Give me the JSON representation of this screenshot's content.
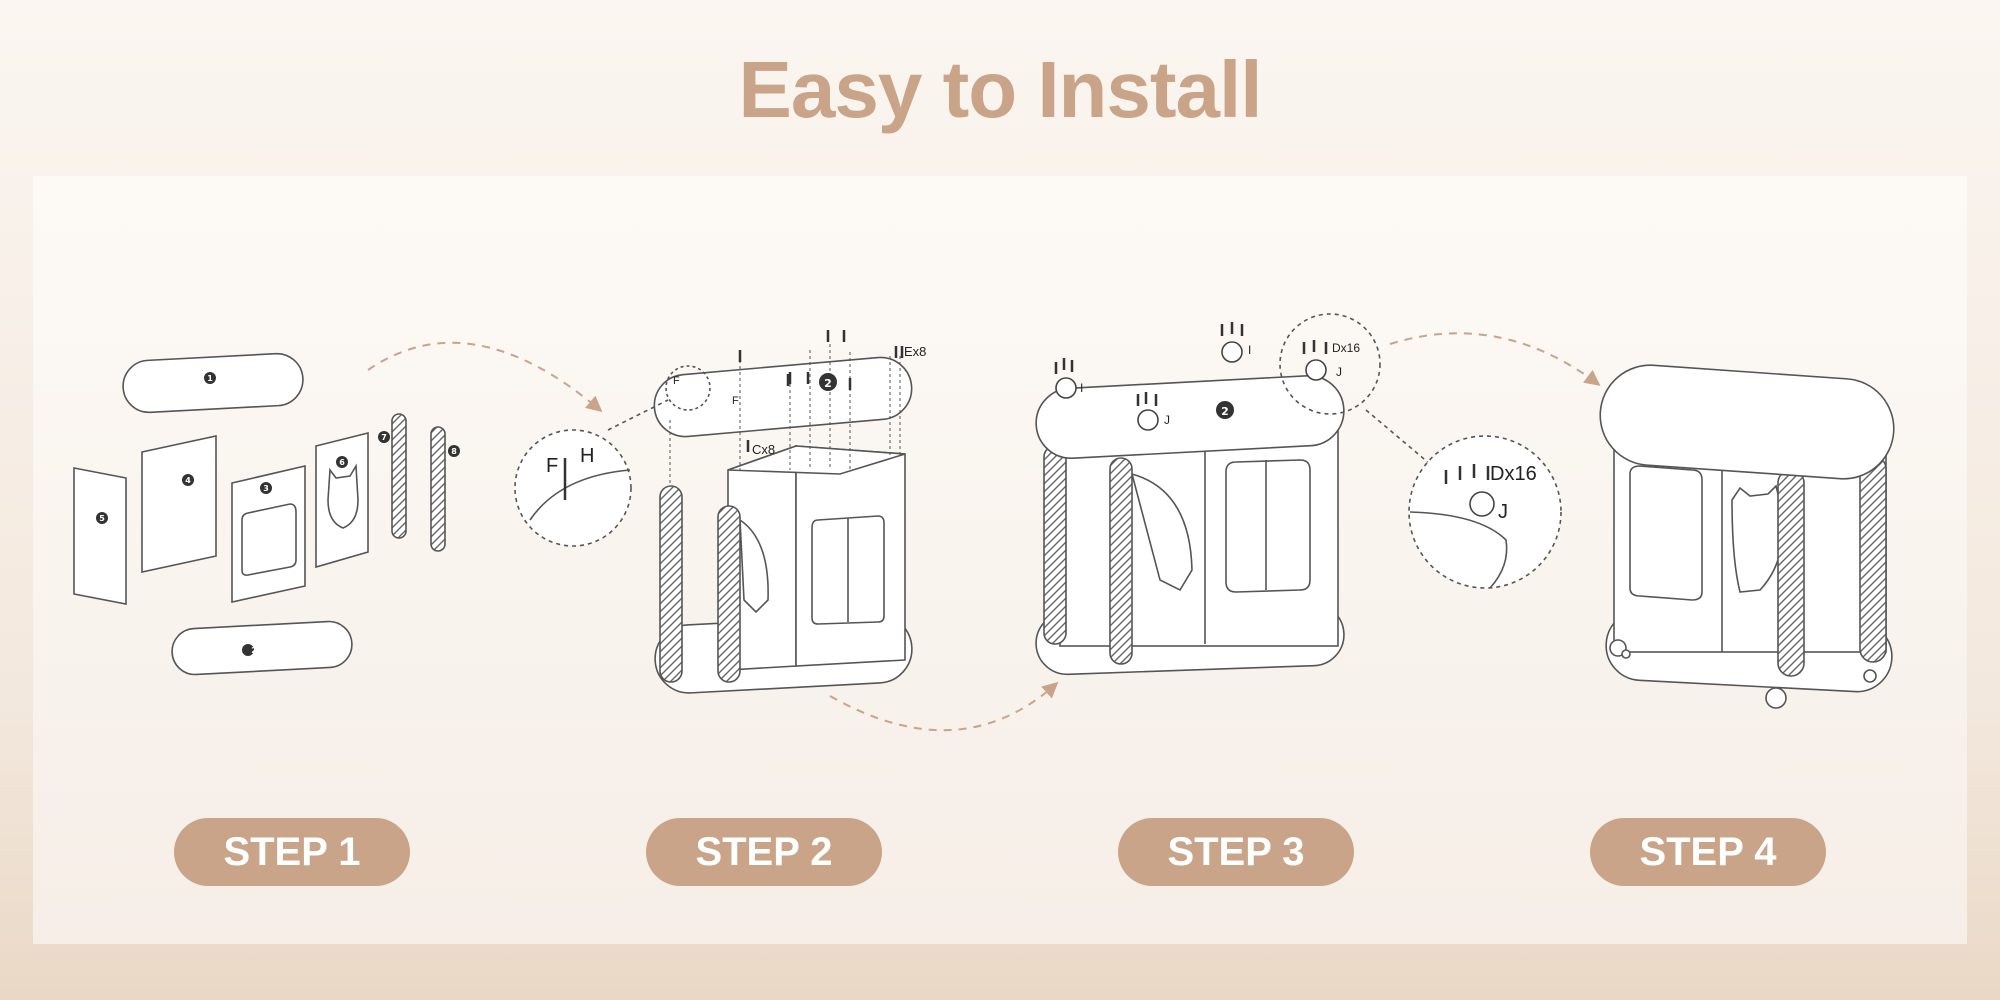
{
  "title": "Easy to Install",
  "steps": [
    {
      "label": "STEP 1"
    },
    {
      "label": "STEP 2"
    },
    {
      "label": "STEP 3"
    },
    {
      "label": "STEP 4"
    }
  ],
  "part_numbers": [
    "1",
    "2",
    "3",
    "4",
    "5",
    "6",
    "7",
    "8"
  ],
  "step2": {
    "hardware_e": "Ex8",
    "hardware_c": "Cx8",
    "f": "F",
    "h": "H",
    "top_number": "2"
  },
  "step3": {
    "hardware_d": "Dx16",
    "i": "I",
    "j": "J",
    "top_number": "2"
  },
  "colors": {
    "accent": "#c9a488",
    "line": "#555555",
    "arrow": "#c9a488"
  }
}
